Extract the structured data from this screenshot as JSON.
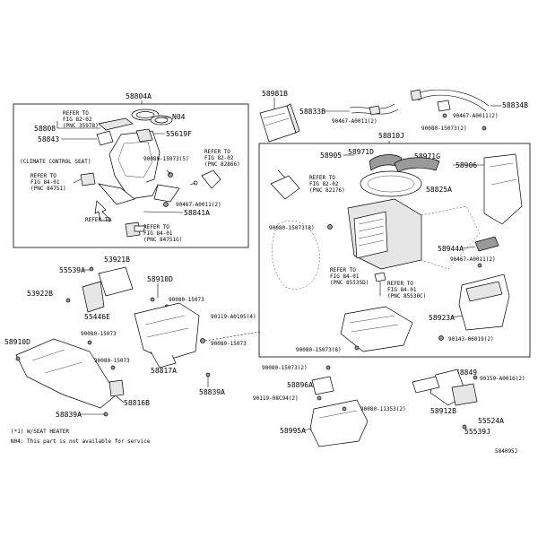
{
  "groups": {
    "g58804A": "58804A",
    "g58810J": "58810J"
  },
  "parts": {
    "p58808": "58808",
    "p58843": "58843",
    "pN04": "N04",
    "p55619F": "55619F",
    "p58841A": "58841A",
    "p58981B": "58981B",
    "p58833B": "58833B",
    "p58834B": "58834B",
    "p58905": "58905",
    "p58971D": "58971D",
    "p58971G": "58971G",
    "p58906": "58906",
    "p58825A": "58825A",
    "p58944A": "58944A",
    "p58923A": "58923A",
    "p55539A": "55539A",
    "p53921B": "53921B",
    "p58910D": "58910D",
    "p53922B": "53922B",
    "p55446E": "55446E",
    "p58910D_left": "58910D",
    "p58817A": "58817A",
    "p58839A_mid": "58839A",
    "p58816B": "58816B",
    "p58839A_left": "58839A",
    "p58896A": "58896A",
    "p58995A": "58995A",
    "p58849": "58849",
    "p58912B": "58912B",
    "p55524A": "55524A",
    "p55539J": "55539J"
  },
  "fasteners": {
    "f90467_top_l": "90467-A0011(2)",
    "f90467_top_r": "90467-A0011(2)",
    "f90080_top": "90080-15073(2)",
    "f90080_box1": "90080-15073(5)",
    "f90467_box1": "90467-A0011(2)",
    "f90080_mid_r": "90080-15073(8)",
    "f90467_mid_r": "90467-A0011(2)",
    "f90080_mid_a": "90080-15073",
    "f90119_mid": "90119-A0105(4)",
    "f90080_mid_b": "90080-15073",
    "f90080_left_a": "90080-15073",
    "f90080_left_b": "90080-15073",
    "f90080_low_c": "90080-15073(8)",
    "f90143": "90143-06019(2)",
    "f90080_bottom": "90080-15073(2)",
    "f90119_bottom": "90119-08C94(2)",
    "f90080_11353": "90080-11353(2)",
    "f90159": "90159-A0016(2)"
  },
  "refs": {
    "r1": [
      "REFER TO",
      "FIG 82-02",
      "(PNC 35978)"
    ],
    "r_climate_title": "(CLIMATE CONTROL SEAT)",
    "r2": [
      "REFER TO",
      "FIG 84-01",
      "(PNC 84751)"
    ],
    "r3": [
      "REFER TO",
      "FIG 82-02",
      "(PNC 82866)"
    ],
    "r4": [
      "REFER TO",
      "FIG 84-01",
      "(PNC 84751G)"
    ],
    "r5": [
      "REFER TO",
      "FIG 82-02",
      "(PNC 82176)"
    ],
    "r6": [
      "REFER TO",
      "FIG 84-01",
      "(PNC 85535D)"
    ],
    "r7": [
      "REFER TO",
      "FIG 84-01",
      "(PNC 85530C)"
    ]
  },
  "footnotes": {
    "n1": "(*1) W/SEAT HEATER",
    "n2": "N04: This part is not available for service"
  },
  "figure_id": "584095J"
}
